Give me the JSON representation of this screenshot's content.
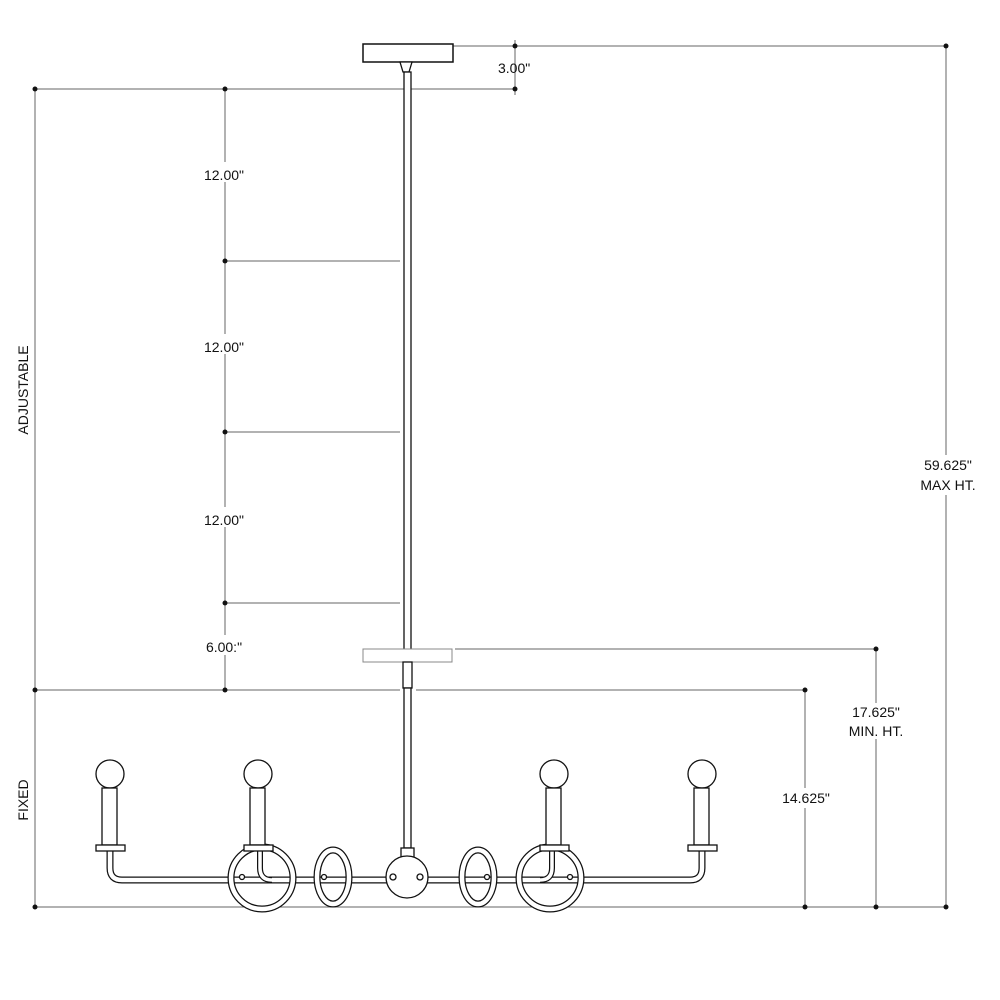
{
  "dimensions": {
    "canopy_height": "3.00\"",
    "segment_1": "12.00\"",
    "segment_2": "12.00\"",
    "segment_3": "12.00\"",
    "segment_4": "6.00:\"",
    "max_height_value": "59.625\"",
    "max_height_label": "MAX HT.",
    "min_height_value": "17.625\"",
    "min_height_label": "MIN. HT.",
    "fixed_height": "14.625\""
  },
  "side_labels": {
    "adjustable": "ADJUSTABLE",
    "fixed": "FIXED"
  }
}
